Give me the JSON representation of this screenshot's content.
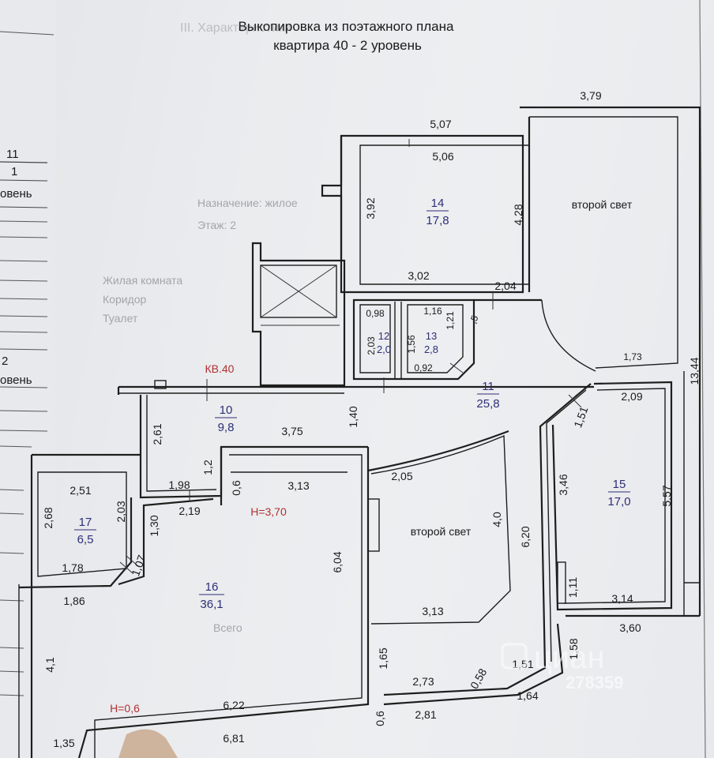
{
  "title": {
    "line1": "Выкопировка из поэтажного плана",
    "line2": "квартира 40 - 2 уровень"
  },
  "apartment_label": "КВ.40",
  "height_labels": {
    "main": "Н=3,70",
    "left": "Н=0,6"
  },
  "light_well_label": "второй свет",
  "rooms": [
    {
      "id": "14",
      "area": "17,8"
    },
    {
      "id": "12",
      "area": "2,0"
    },
    {
      "id": "13",
      "area": "2,8"
    },
    {
      "id": "11",
      "area": "25,8"
    },
    {
      "id": "10",
      "area": "9,8"
    },
    {
      "id": "15",
      "area": "17,0"
    },
    {
      "id": "17",
      "area": "6,5"
    },
    {
      "id": "16",
      "area": "36,1"
    }
  ],
  "dimensions": {
    "d379": "3,79",
    "d507": "5,07",
    "d506": "5,06",
    "d392": "3,92",
    "d428": "4,28",
    "d302": "3,02",
    "d204": "2,04",
    "d098": "0,98",
    "d116": "1,16",
    "d121": "1,21",
    "d203": "2,03",
    "d156": "1,56",
    "d092": "0,92",
    "d05": ",5",
    "d173": "1,73",
    "d1344": "13,44",
    "d209": "2,09",
    "d151a": "1,51",
    "d140": "1,40",
    "d261": "2,61",
    "d375": "3,75",
    "d12": "1,2",
    "d198": "1,98",
    "d06a": "0,6",
    "d313a": "3,13",
    "d205": "2,05",
    "d40": "4,0",
    "d346": "3,46",
    "d557": "5,57",
    "d251": "2,51",
    "d268": "2,68",
    "d203b": "2,03",
    "d219": "2,19",
    "d130": "1,30",
    "d620": "6,20",
    "d604": "6,04",
    "d178": "1,78",
    "d107": "1,07",
    "d111": "1,11",
    "d314": "3,14",
    "d186": "1,86",
    "d313b": "3,13",
    "d360": "3,60",
    "d158": "1,58",
    "d41": "4,1",
    "d165": "1,65",
    "d151b": "1,51",
    "d273": "2,73",
    "d058": "0,58",
    "d164": "1,64",
    "d622": "6,22",
    "d06b": "0,6",
    "d281": "2,81",
    "d135": "1,35",
    "d681": "6,81"
  },
  "background_sheet": {
    "col_labels": [
      "11",
      "1",
      "овень",
      "2",
      "овень"
    ],
    "ghost_lines": [
      "III. Характеристики",
      "Назначение: жилое",
      "Этаж: 2",
      "Жилая комната",
      "Коридор",
      "Туалет",
      "Всего"
    ]
  },
  "watermark": {
    "brand": "циан",
    "code": "278359"
  }
}
